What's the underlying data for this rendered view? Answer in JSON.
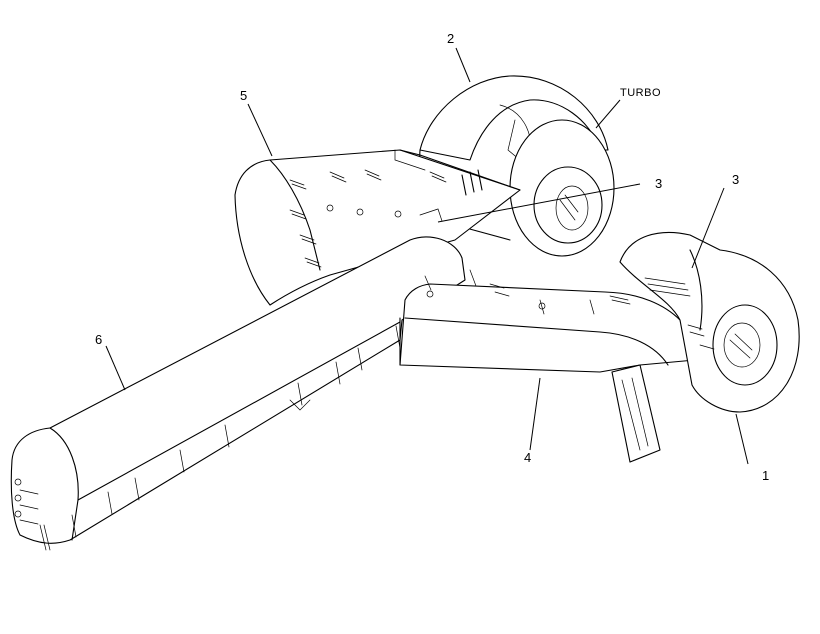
{
  "labels": {
    "n1": "1",
    "n2": "2",
    "n3a": "3",
    "n3b": "3",
    "n4": "4",
    "n5": "5",
    "n6": "6",
    "turbo": "TURBO"
  }
}
